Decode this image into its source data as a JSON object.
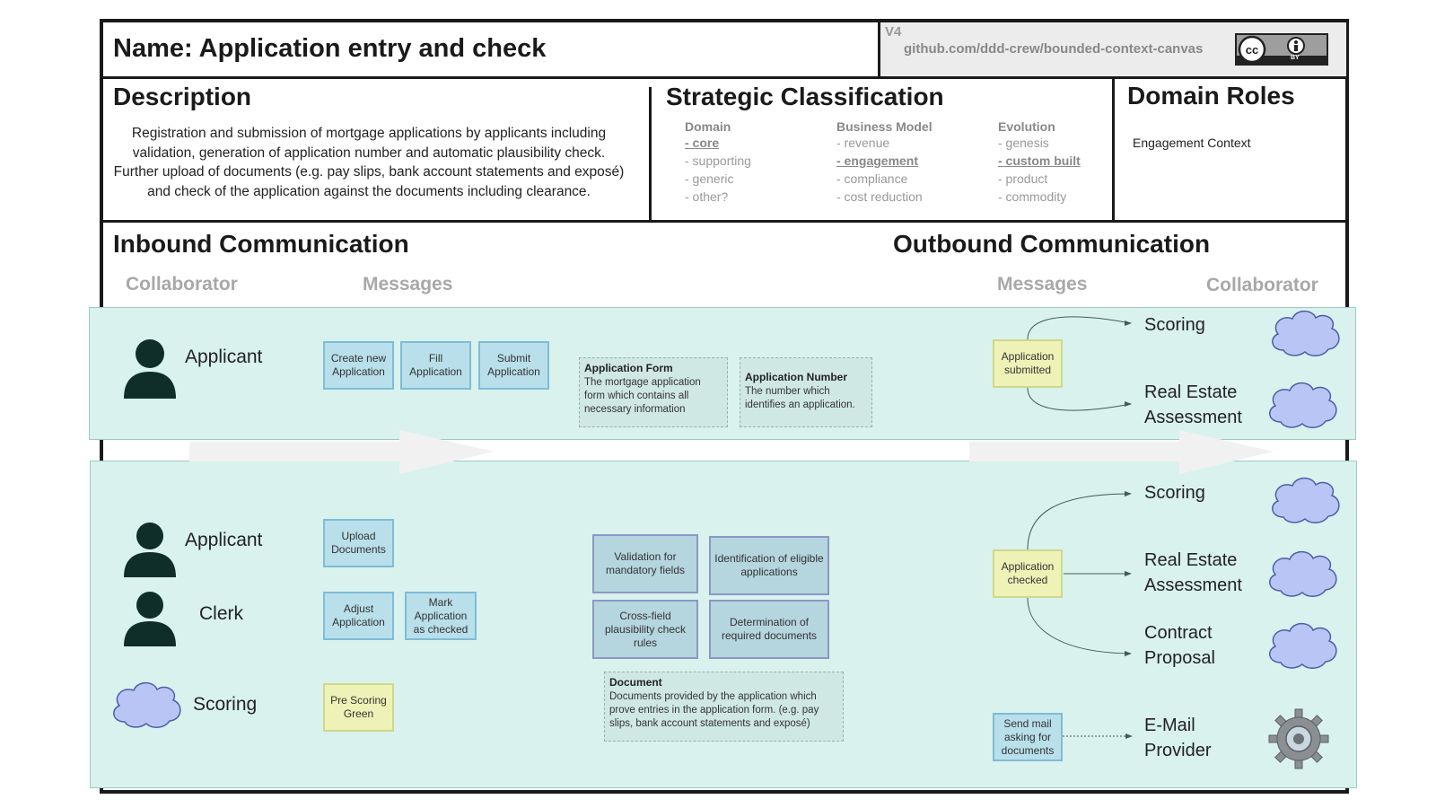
{
  "header": {
    "name": "Name: Application entry and check",
    "version": "V4",
    "url": "github.com/ddd-crew/bounded-context-canvas",
    "license": "BY"
  },
  "description": {
    "heading": "Description",
    "text": "Registration and submission of mortgage applications by applicants including validation, generation of application number and automatic plausibility check. Further upload of documents (e.g. pay slips, bank account statements and exposé) and check of the application against the documents including clearance."
  },
  "strategic": {
    "heading": "Strategic Classification",
    "columns": [
      {
        "title": "Domain",
        "options": [
          "- core",
          "- supporting",
          "- generic",
          "- other?"
        ],
        "selected": 0
      },
      {
        "title": "Business Model",
        "options": [
          "- revenue",
          "- engagement",
          "- compliance",
          "- cost reduction"
        ],
        "selected": 1
      },
      {
        "title": "Evolution",
        "options": [
          "- genesis",
          "- custom built",
          "- product",
          "- commodity"
        ],
        "selected": 1
      }
    ]
  },
  "domain_roles": {
    "heading": "Domain Roles",
    "value": "Engagement Context"
  },
  "inbound": {
    "heading": "Inbound Communication",
    "collaborator_label": "Collaborator",
    "messages_label": "Messages"
  },
  "outbound": {
    "heading": "Outbound Communication",
    "messages_label": "Messages",
    "collaborator_label": "Collaborator"
  },
  "row1": {
    "collaborator": "Applicant",
    "messages": [
      "Create new Application",
      "Fill Application",
      "Submit Application"
    ],
    "notes": [
      {
        "title": "Application Form",
        "text": "The mortgage application form which contains all necessary information"
      },
      {
        "title": "Application Number",
        "text": "The number which identifies an application."
      }
    ],
    "event": "Application submitted",
    "targets": [
      "Scoring",
      "Real Estate Assessment"
    ]
  },
  "row2": {
    "collaborators": [
      "Applicant",
      "Clerk",
      "Scoring"
    ],
    "applicant_msg": "Upload Documents",
    "clerk_msgs": [
      "Adjust Application",
      "Mark Application as checked"
    ],
    "scoring_msg": "Pre Scoring Green",
    "rules": [
      "Validation for mandatory fields",
      "Identification of eligible applications",
      "Cross-field plausibility check rules",
      "Determination of required documents"
    ],
    "note": {
      "title": "Document",
      "text": "Documents provided by the application which prove entries in the application form. (e.g. pay slips, bank account statements and exposé)"
    },
    "event": "Application checked",
    "targets": [
      "Scoring",
      "Real Estate Assessment",
      "Contract Proposal"
    ],
    "mail_msg": "Send mail asking for documents",
    "mail_target": "E-Mail Provider"
  },
  "icons": {
    "person": "person-icon",
    "cloud": "cloud-icon",
    "gear": "gear-icon"
  },
  "colors": {
    "band": "#d9f2ee",
    "message": "#b8dfea",
    "event": "#eef2b6",
    "cloud": "#b9c6f5",
    "rule": "#b5d5df"
  }
}
